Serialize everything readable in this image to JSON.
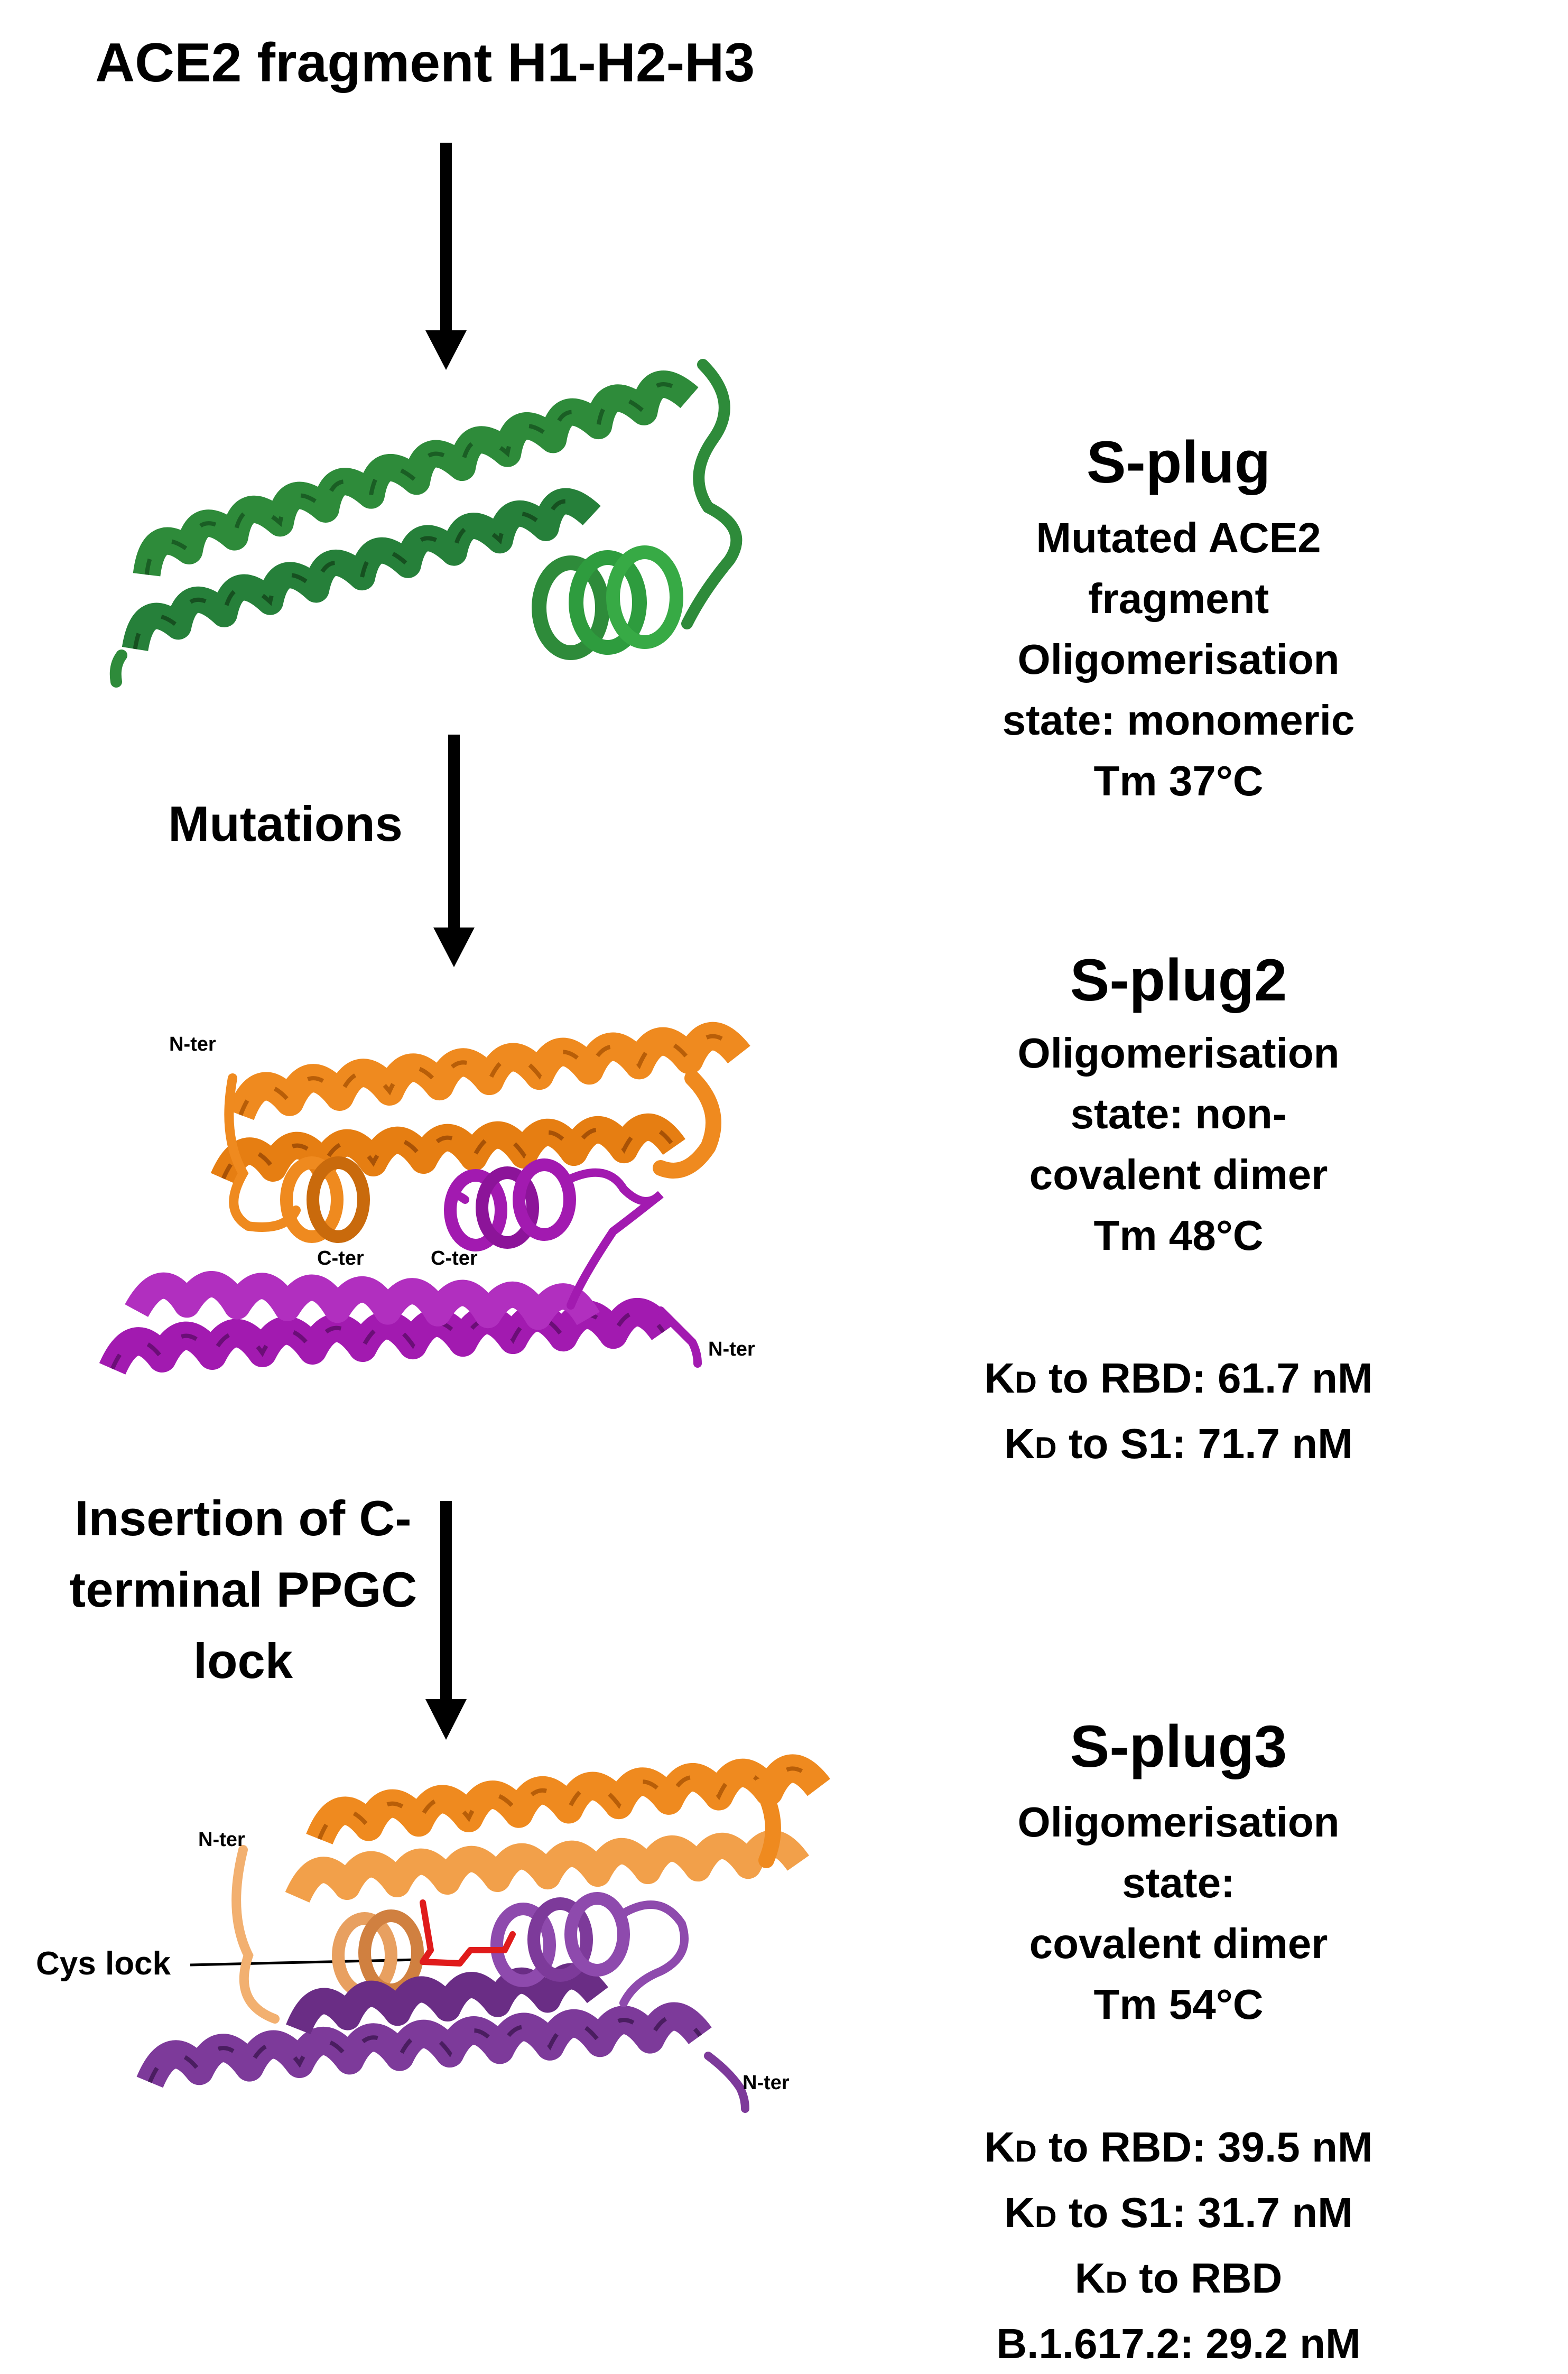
{
  "title": "ACE2 fragment H1-H2-H3",
  "steps": [
    {
      "label_lines": [
        "Mutations"
      ]
    },
    {
      "label_lines": [
        "Insertion of C-",
        "terminal PPGC",
        "lock"
      ]
    }
  ],
  "constructs": [
    {
      "name": "S-plug",
      "lines": [
        "Mutated ACE2 fragment",
        "Oligomerisation state: monomeric",
        "Tm 37°C"
      ],
      "kd": [],
      "colors": [
        "#2e8b3a"
      ]
    },
    {
      "name": "S-plug2",
      "lines": [
        "Oligomerisation state: non-",
        "covalent dimer",
        "Tm 48°C"
      ],
      "kd": [
        {
          "target": "to RBD: 61.7 nM"
        },
        {
          "target": "to S1: 71.7 nM"
        }
      ],
      "colors": [
        "#ef8a1f",
        "#a21ab0"
      ]
    },
    {
      "name": "S-plug3",
      "lines": [
        "Oligomerisation state:",
        "covalent dimer",
        "Tm 54°C"
      ],
      "kd": [
        {
          "target": "to RBD: 39.5 nM"
        },
        {
          "target": "to S1: 31.7 nM"
        },
        {
          "target": "to RBD B.1.617.2: 29.2 nM"
        }
      ],
      "colors": [
        "#ef8a1f",
        "#7d3a9a",
        "#e01b1b"
      ]
    }
  ],
  "kd_symbol": {
    "k": "K",
    "sub": "D"
  },
  "structure_labels": {
    "nter": "N-ter",
    "cter": "C-ter",
    "cys_lock": "Cys lock"
  }
}
